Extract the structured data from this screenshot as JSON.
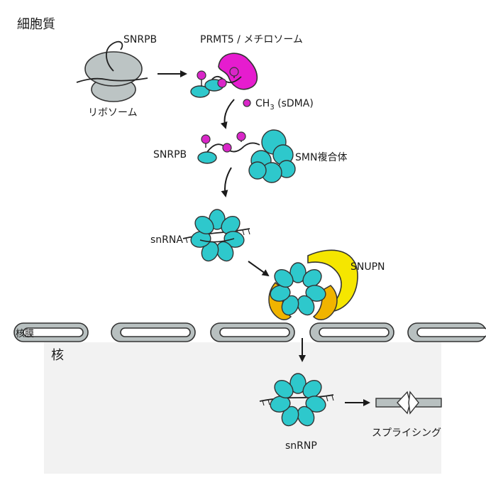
{
  "labels": {
    "cytoplasm": "細胞質",
    "snrpb_top": "SNRPB",
    "ribosome": "リボソーム",
    "prmt5": "PRMT5 / メチロソーム",
    "ch3_prefix": "CH",
    "ch3_sub": "3",
    "ch3_suffix": " (sDMA)",
    "snrpb_mid": "SNRPB",
    "smn": "SMN複合体",
    "snrna": "snRNA",
    "snupn": "SNUPN",
    "nuclear_envelope": "核膜",
    "nucleus": "核",
    "snrnp": "snRNP",
    "splicing": "スプライシング"
  },
  "colors": {
    "sm_ring": "#2ec8cc",
    "methyl": "#d926c8",
    "prmt5": "#e61ccf",
    "snupn": "#f5e600",
    "importin": "#f0b400",
    "ribosome": "#bcc4c4",
    "nucleus_bg": "#f2f2f2"
  }
}
